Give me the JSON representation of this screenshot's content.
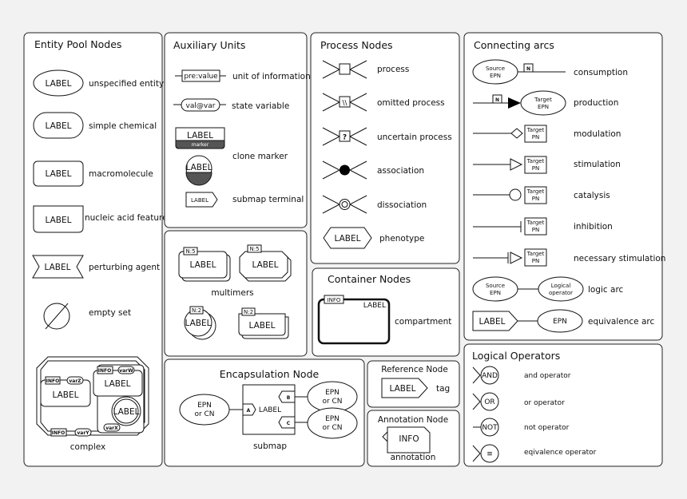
{
  "entity_pool": {
    "title": "Entity Pool Nodes",
    "items": [
      {
        "glyph": "LABEL",
        "desc": "unspecified entity"
      },
      {
        "glyph": "LABEL",
        "desc": "simple chemical"
      },
      {
        "glyph": "LABEL",
        "desc": "macromolecule"
      },
      {
        "glyph": "LABEL",
        "desc": "nucleic acid feature"
      },
      {
        "glyph": "LABEL",
        "desc": "perturbing agent"
      },
      {
        "glyph": "",
        "desc": "empty set"
      }
    ],
    "complex": {
      "caption": "complex",
      "info": "INFO",
      "varZ": "varZ",
      "varW": "varW",
      "varX": "varX",
      "varY": "varY",
      "label": "LABEL"
    }
  },
  "auxiliary": {
    "title": "Auxiliary Units",
    "unit_glyph": "pre:value",
    "unit_desc": "unit of information",
    "state_glyph": "val@var",
    "state_desc": "state variable",
    "clone_label": "LABEL",
    "clone_marker": "marker",
    "clone_desc": "clone marker",
    "terminal_glyph": "LABEL",
    "terminal_desc": "submap terminal"
  },
  "multimers": {
    "caption": "multimers",
    "label": "LABEL",
    "n5": "N:5",
    "n2": "N:2"
  },
  "process": {
    "title": "Process Nodes",
    "items": [
      {
        "desc": "process",
        "mark": ""
      },
      {
        "desc": "omitted process",
        "mark": "\\\\"
      },
      {
        "desc": "uncertain process",
        "mark": "?"
      },
      {
        "desc": "association",
        "mark": ""
      },
      {
        "desc": "dissociation",
        "mark": ""
      },
      {
        "desc": "phenotype",
        "mark": "LABEL"
      }
    ]
  },
  "container": {
    "title": "Container Nodes",
    "info": "INFO",
    "label": "LABEL",
    "desc": "compartment"
  },
  "encapsulation": {
    "title": "Encapsulation Node",
    "epn_a": "EPN",
    "epn_b": "or CN",
    "a": "A",
    "b": "B",
    "c": "C",
    "label": "LABEL",
    "caption": "submap"
  },
  "reference": {
    "title": "Reference Node",
    "label": "LABEL",
    "desc": "tag"
  },
  "annotation": {
    "title": "Annotation Node",
    "label": "INFO",
    "desc": "annotation"
  },
  "connecting": {
    "title": "Connecting arcs",
    "source_a": "Source",
    "source_b": "EPN",
    "target_a": "Target",
    "target_b": "EPN",
    "tpn_a": "Target",
    "tpn_b": "PN",
    "n": "N",
    "logical_a": "Logical",
    "logical_b": "operator",
    "eq_label": "LABEL",
    "eq_epn": "EPN",
    "items": [
      "consumption",
      "production",
      "modulation",
      "stimulation",
      "catalysis",
      "inhibition",
      "necessary stimulation",
      "logic arc",
      "equivalence arc"
    ]
  },
  "logical": {
    "title": "Logical Operators",
    "items": [
      {
        "op": "AND",
        "desc": "and operator"
      },
      {
        "op": "OR",
        "desc": "or operator"
      },
      {
        "op": "NOT",
        "desc": "not operator"
      },
      {
        "op": "≡",
        "desc": "eqivalence operator"
      }
    ]
  }
}
